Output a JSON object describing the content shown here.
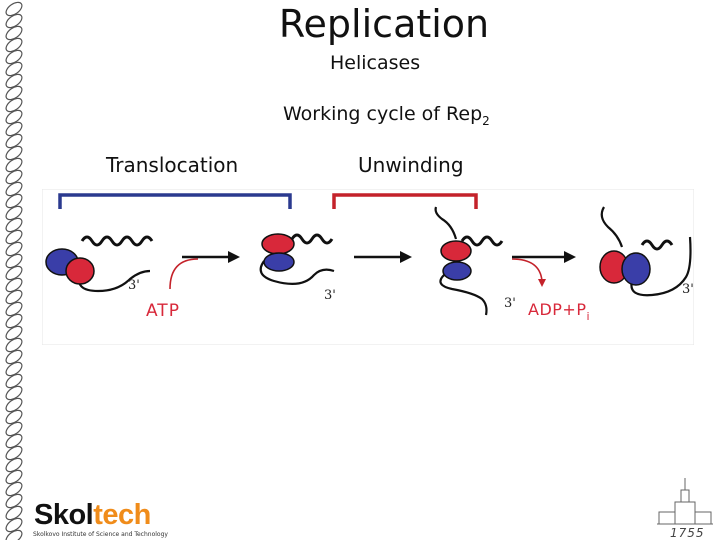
{
  "slide": {
    "title": "Replication",
    "subtitle": "Helicases",
    "cycle_title_main": "Working cycle of Rep",
    "cycle_title_sub": "2",
    "phase_left": "Translocation",
    "phase_right": "Unwinding"
  },
  "diagram": {
    "label_3prime": "3'",
    "atp": "ATP",
    "adp_main": "ADP+P",
    "adp_sub": "i",
    "colors": {
      "translocation_bracket": "#2b3a8f",
      "unwinding_bracket": "#c4222a",
      "red_domain": "#d8283a",
      "blue_domain": "#3a3ea8",
      "atp_text": "#d8283a"
    }
  },
  "footer": {
    "logo_prefix": "Skol",
    "logo_suffix": "tech",
    "logo_tagline": "Skolkovo Institute of Science and Technology",
    "year": "1755"
  }
}
